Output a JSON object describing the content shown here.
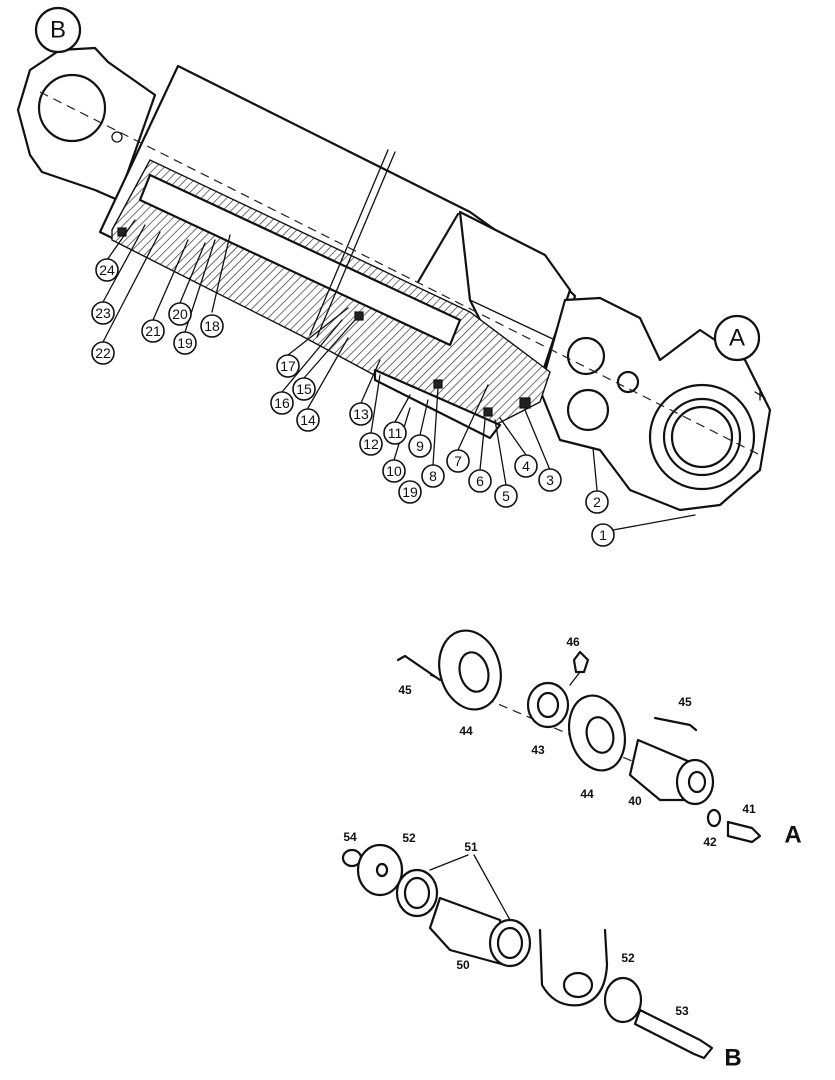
{
  "view_labels": {
    "circle_b": "B",
    "circle_a": "A",
    "detail_a": "A",
    "detail_b": "B"
  },
  "callouts": [
    "24",
    "23",
    "22",
    "21",
    "20",
    "19",
    "18",
    "17",
    "16",
    "15",
    "14",
    "13",
    "12",
    "11",
    "10",
    "19",
    "9",
    "8",
    "7",
    "6",
    "5",
    "4",
    "3",
    "2",
    "1"
  ],
  "parts": [
    "45",
    "44",
    "46",
    "43",
    "45",
    "44",
    "40",
    "41",
    "42",
    "54",
    "52",
    "51",
    "50",
    "52",
    "53"
  ]
}
